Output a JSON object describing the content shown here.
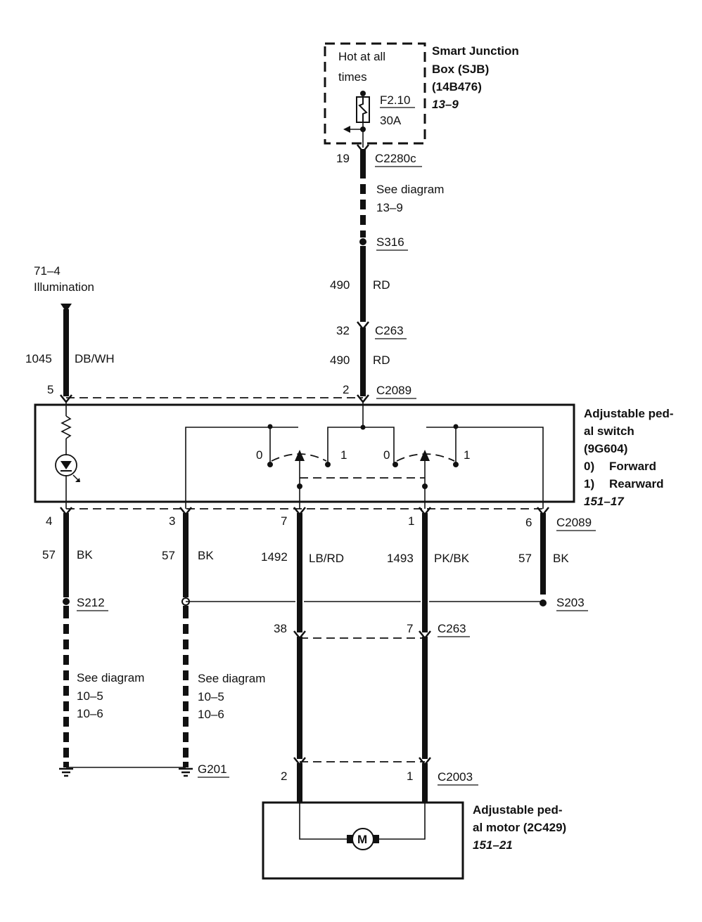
{
  "sjb": {
    "hot_line1": "Hot at all",
    "hot_line2": "times",
    "fuse": "F2.10",
    "fuse_rating": "30A",
    "title_line1": "Smart Junction",
    "title_line2": "Box (SJB)",
    "title_line3": "(14B476)",
    "ref": "13–9"
  },
  "top_wire": {
    "pin": "19",
    "connector": "C2280c",
    "see_line1": "See diagram",
    "see_line2": "13–9",
    "splice": "S316",
    "circuit1": "490",
    "color1": "RD",
    "pin2": "32",
    "connector2": "C263",
    "circuit2": "490",
    "color2": "RD",
    "pin3": "2",
    "connector3": "C2089"
  },
  "illum": {
    "ref": "71–4",
    "label": "Illumination",
    "circuit": "1045",
    "color": "DB/WH",
    "pin": "5"
  },
  "switch": {
    "title_line1": "Adjustable ped-",
    "title_line2": "al switch",
    "title_line3": "(9G604)",
    "opt0_num": "0)",
    "opt0_label": "Forward",
    "opt1_num": "1)",
    "opt1_label": "Rearward",
    "ref": "151–17",
    "pos_a0": "0",
    "pos_a1": "1",
    "pos_b0": "0",
    "pos_b1": "1"
  },
  "bottom_wires": {
    "connector": "C2089",
    "w1": {
      "pin": "4",
      "circuit": "57",
      "color": "BK"
    },
    "w2": {
      "pin": "3",
      "circuit": "57",
      "color": "BK"
    },
    "w3": {
      "pin": "7",
      "circuit": "1492",
      "color": "LB/RD"
    },
    "w4": {
      "pin": "1",
      "circuit": "1493",
      "color": "PK/BK"
    },
    "w5": {
      "pin": "6",
      "circuit": "57",
      "color": "BK"
    },
    "splice_left": "S212",
    "splice_right": "S203",
    "c263_pin_a": "38",
    "c263_pin_b": "7",
    "c263": "C263",
    "see_left_1": "See diagram",
    "see_left_2": "10–5",
    "see_left_3": "10–6",
    "see_mid_1": "See diagram",
    "see_mid_2": "10–5",
    "see_mid_3": "10–6",
    "ground": "G201",
    "c2003_pin_a": "2",
    "c2003_pin_b": "1",
    "c2003": "C2003"
  },
  "motor": {
    "title_line1": "Adjustable ped-",
    "title_line2": "al motor (2C429)",
    "ref": "151–21",
    "symbol": "M"
  }
}
